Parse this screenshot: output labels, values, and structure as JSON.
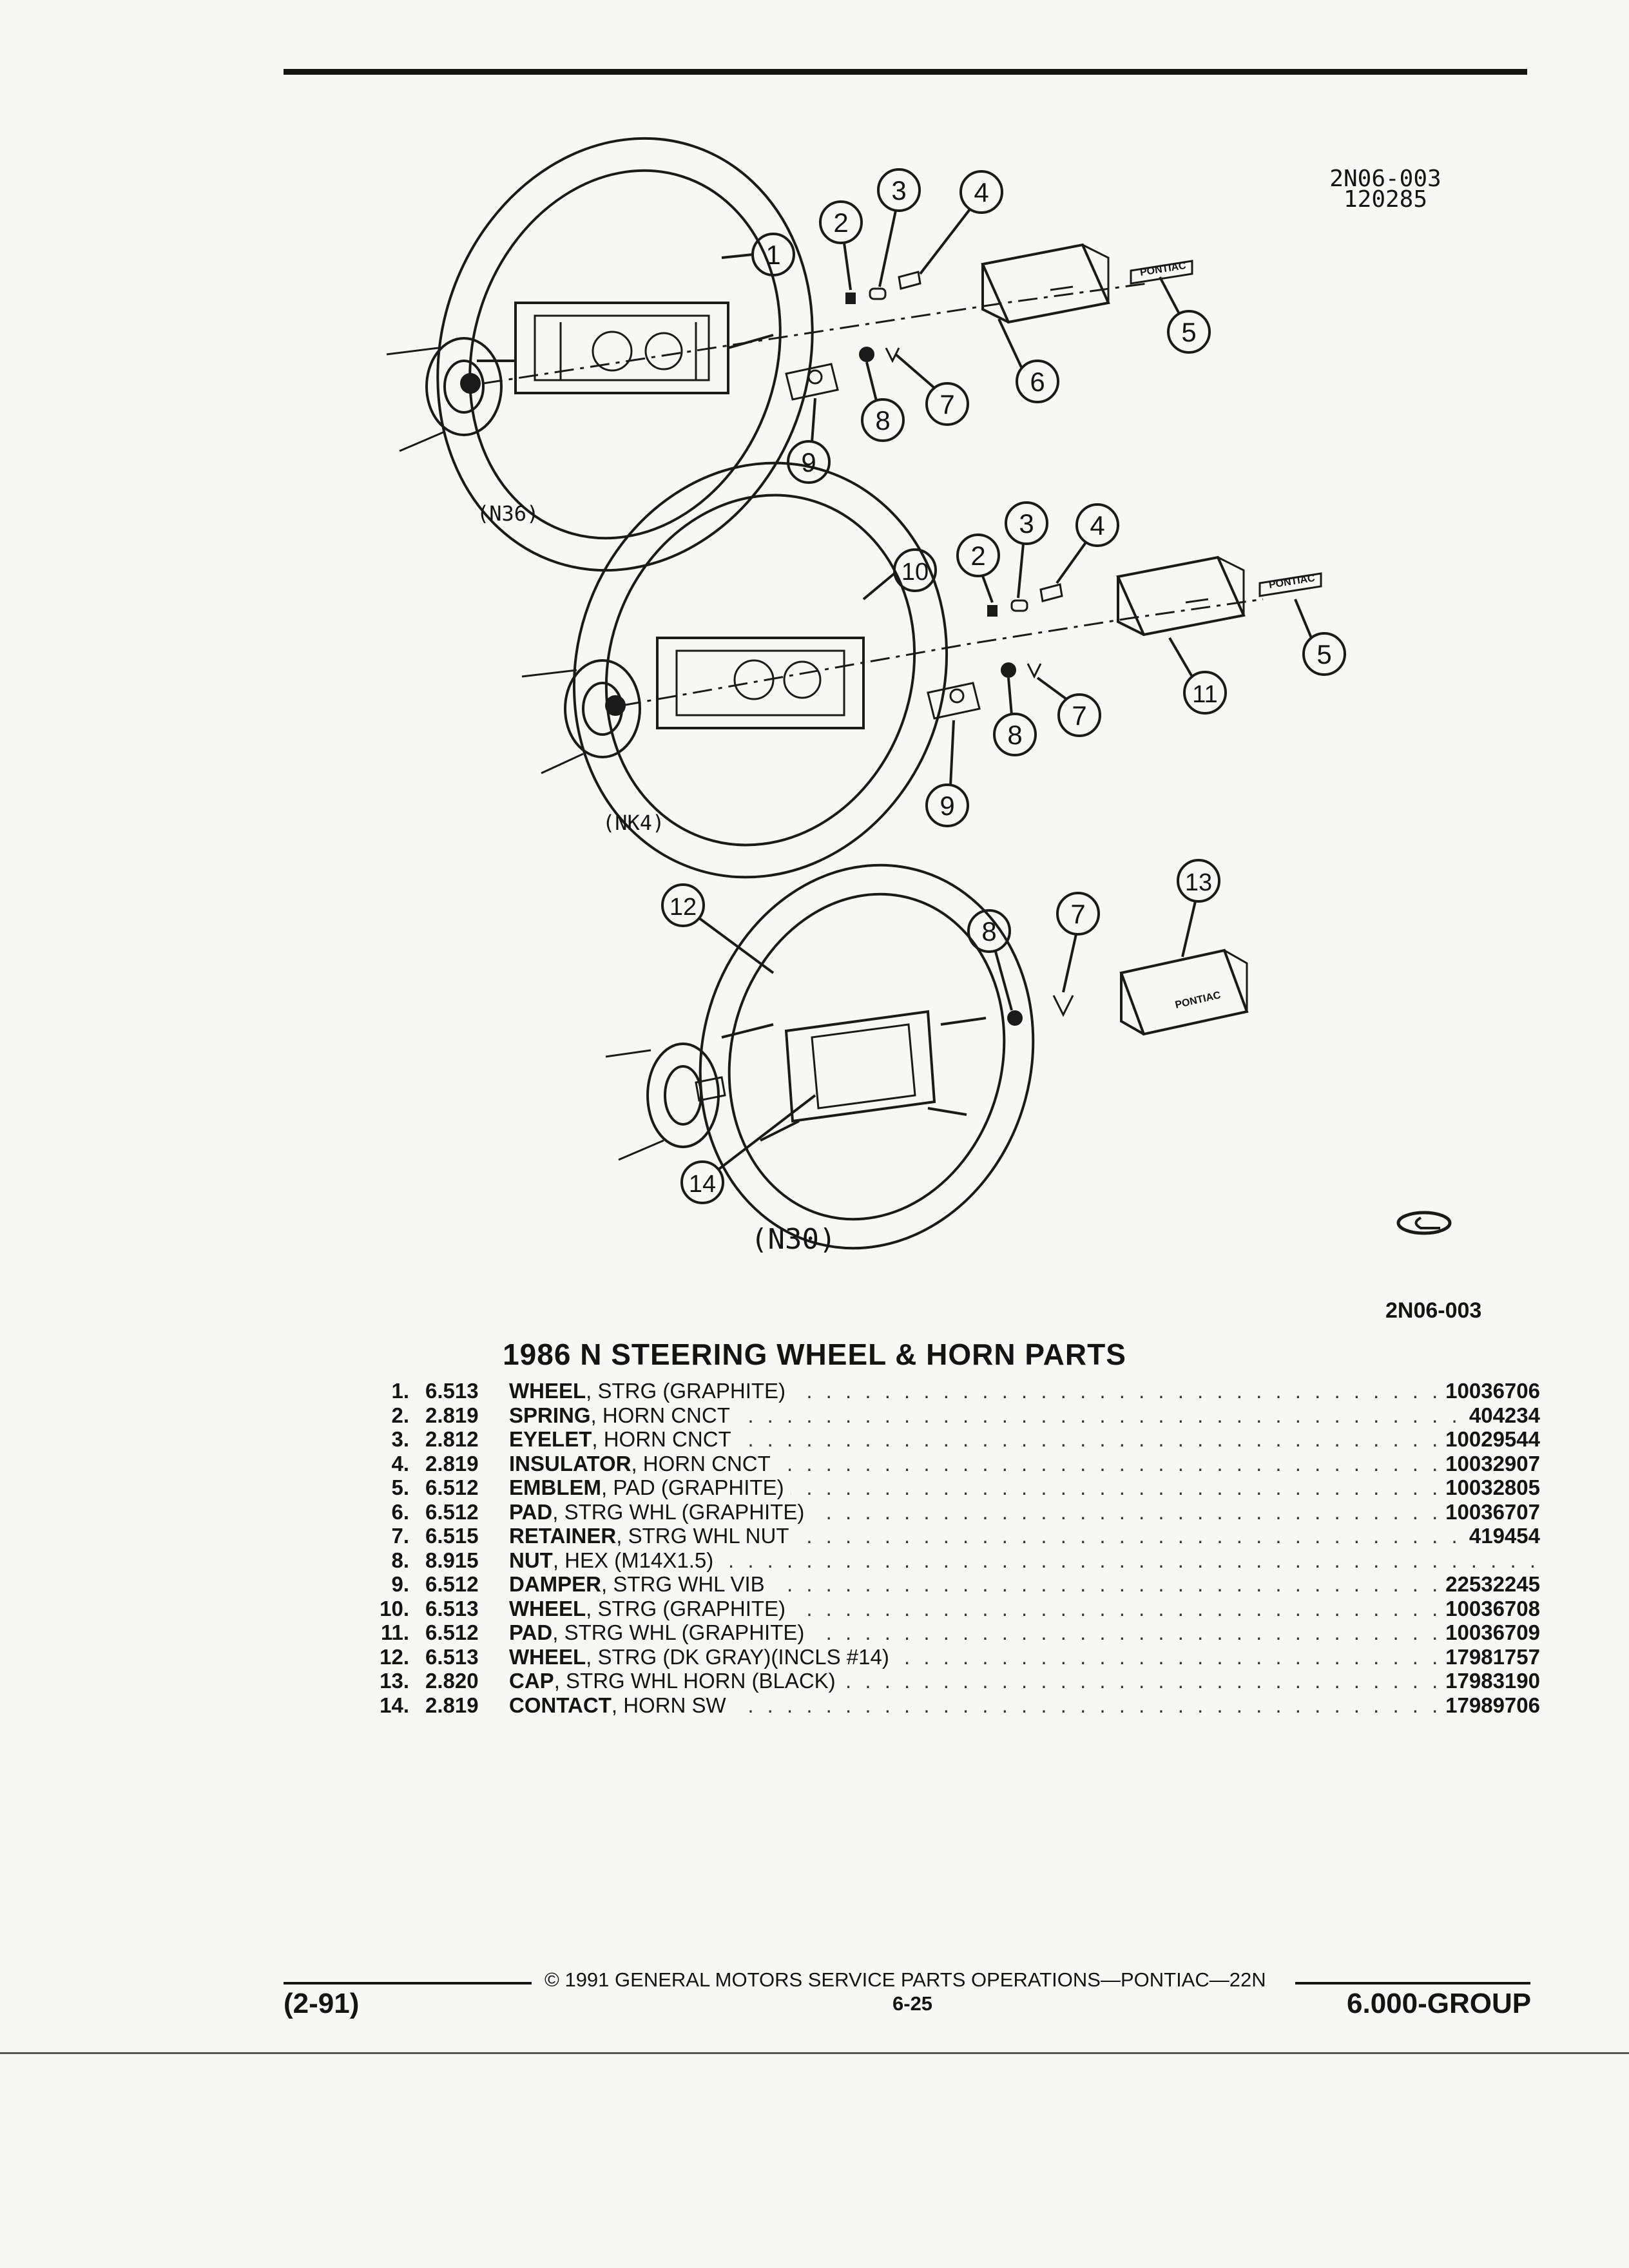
{
  "header": {
    "drawing_code": "2N06-003",
    "drawing_date": "120285"
  },
  "diagram": {
    "variant_labels": [
      "(N36)",
      "(NK4)",
      "(N30)"
    ],
    "brand_text": "PONTIAC",
    "callouts": [
      "1",
      "2",
      "3",
      "4",
      "5",
      "6",
      "7",
      "8",
      "9",
      "10",
      "11",
      "12",
      "13",
      "14"
    ]
  },
  "figure_ref": "2N06-003",
  "title": "1986 N STEERING WHEEL & HORN PARTS",
  "parts": [
    {
      "num": "1.",
      "grp": "6.513",
      "name": "WHEEL",
      "detail": ", STRG (GRAPHITE)",
      "part": "10036706"
    },
    {
      "num": "2.",
      "grp": "2.819",
      "name": "SPRING",
      "detail": ", HORN CNCT",
      "part": "404234"
    },
    {
      "num": "3.",
      "grp": "2.812",
      "name": "EYELET",
      "detail": ", HORN CNCT",
      "part": "10029544"
    },
    {
      "num": "4.",
      "grp": "2.819",
      "name": "INSULATOR",
      "detail": ", HORN CNCT",
      "part": "10032907"
    },
    {
      "num": "5.",
      "grp": "6.512",
      "name": "EMBLEM",
      "detail": ", PAD (GRAPHITE)",
      "part": "10032805"
    },
    {
      "num": "6.",
      "grp": "6.512",
      "name": "PAD",
      "detail": ", STRG WHL (GRAPHITE)",
      "part": "10036707"
    },
    {
      "num": "7.",
      "grp": "6.515",
      "name": "RETAINER",
      "detail": ", STRG WHL NUT",
      "part": "419454"
    },
    {
      "num": "8.",
      "grp": "8.915",
      "name": "NUT",
      "detail": ", HEX (M14X1.5)",
      "part": ""
    },
    {
      "num": "9.",
      "grp": "6.512",
      "name": "DAMPER",
      "detail": ", STRG WHL VIB",
      "part": "22532245"
    },
    {
      "num": "10.",
      "grp": "6.513",
      "name": "WHEEL",
      "detail": ", STRG (GRAPHITE)",
      "part": "10036708"
    },
    {
      "num": "11.",
      "grp": "6.512",
      "name": "PAD",
      "detail": ", STRG WHL (GRAPHITE)",
      "part": "10036709"
    },
    {
      "num": "12.",
      "grp": "6.513",
      "name": "WHEEL",
      "detail": ", STRG (DK GRAY)(INCLS #14)",
      "part": "17981757"
    },
    {
      "num": "13.",
      "grp": "2.820",
      "name": "CAP",
      "detail": ", STRG WHL HORN (BLACK)",
      "part": "17983190"
    },
    {
      "num": "14.",
      "grp": "2.819",
      "name": "CONTACT",
      "detail": ", HORN SW",
      "part": "17989706"
    }
  ],
  "footer": {
    "copyright": "© 1991 GENERAL MOTORS SERVICE PARTS OPERATIONS—PONTIAC—22N",
    "page": "6-25",
    "revision": "(2-91)",
    "group": "6.000-GROUP"
  }
}
